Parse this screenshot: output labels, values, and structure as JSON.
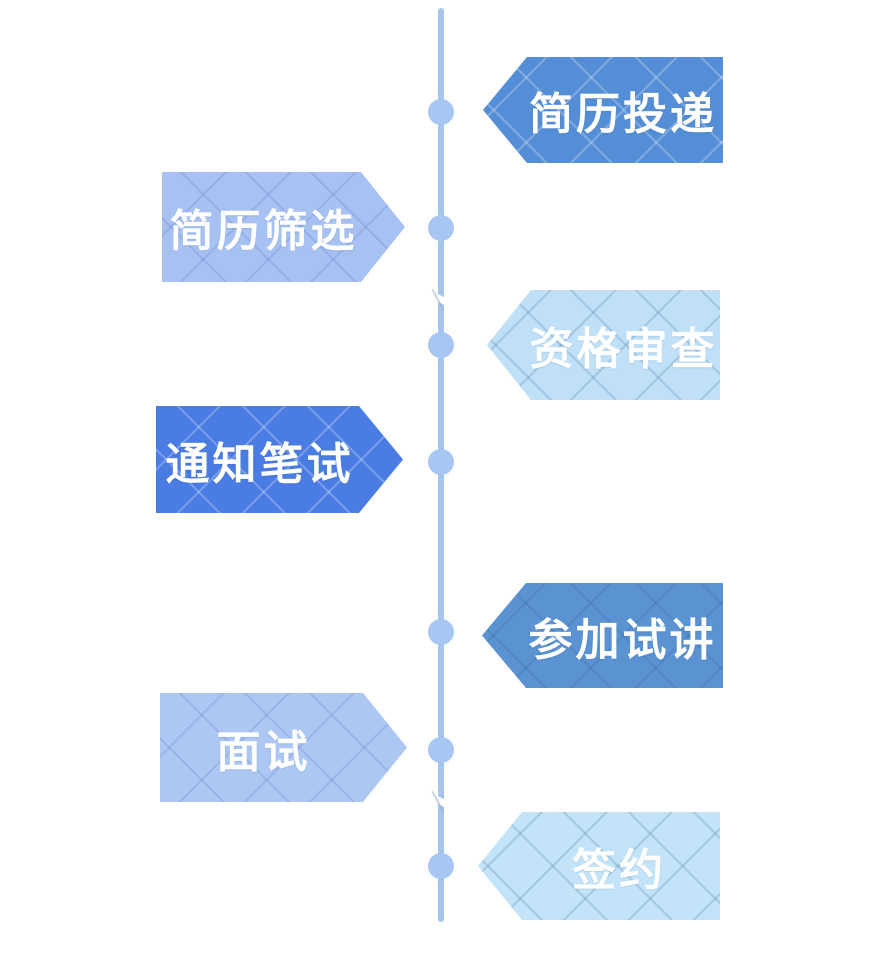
{
  "page": {
    "background": "#ffffff"
  },
  "timeline": {
    "line_color": "#a6c4f0",
    "dot_color": "#a7c6f2",
    "dot_count": 7
  },
  "steps": [
    {
      "id": "resume-submission",
      "label": "简历投递",
      "side": "right-of-line",
      "arrow_direction": "left",
      "fill": "#548ed6",
      "lattice": "rgba(255,255,255,0.25)"
    },
    {
      "id": "resume-screening",
      "label": "简历筛选",
      "side": "left-of-line",
      "arrow_direction": "right",
      "fill": "#a7c1f2",
      "lattice": "rgba(80,110,190,0.20)"
    },
    {
      "id": "qualification-review",
      "label": "资格审查",
      "side": "right-of-line",
      "arrow_direction": "left",
      "fill": "#c0e0f8",
      "lattice": "rgba(90,130,170,0.28)"
    },
    {
      "id": "written-test-notice",
      "label": "通知笔试",
      "side": "left-of-line",
      "arrow_direction": "right",
      "fill": "#4a7ce3",
      "lattice": "rgba(255,255,255,0.25)"
    },
    {
      "id": "trial-lecture",
      "label": "参加试讲",
      "side": "right-of-line",
      "arrow_direction": "left",
      "fill": "#5a92d2",
      "lattice": "rgba(20,60,120,0.13)"
    },
    {
      "id": "interview",
      "label": "面试",
      "side": "left-of-line",
      "arrow_direction": "right",
      "fill": "#adc7f3",
      "lattice": "rgba(80,110,190,0.20)"
    },
    {
      "id": "signing",
      "label": "签约",
      "side": "right-of-line",
      "arrow_direction": "left",
      "fill": "#c3e3f9",
      "lattice": "rgba(90,130,170,0.28)"
    }
  ]
}
